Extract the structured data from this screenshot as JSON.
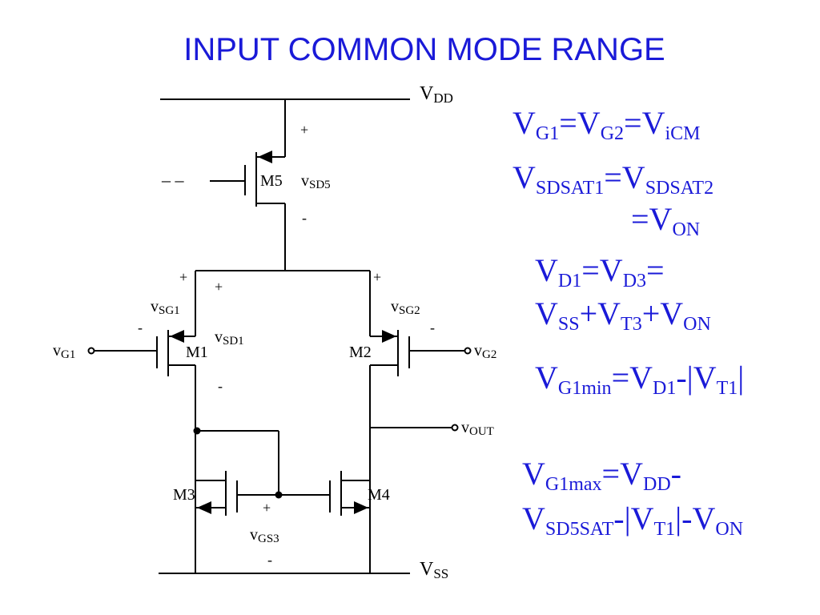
{
  "title": "INPUT COMMON MODE RANGE",
  "colors": {
    "title": "#1a1ad8",
    "equations": "#1a1ad8",
    "schematic": "#000000"
  },
  "circuit": {
    "vdd": {
      "main": "V",
      "sub": "DD"
    },
    "vss": {
      "main": "V",
      "sub": "SS"
    },
    "m1": "M1",
    "m2": "M2",
    "m3": "M3",
    "m4": "M4",
    "m5": "M5",
    "vsd5": {
      "main": "v",
      "sub": "SD5"
    },
    "vsd1": {
      "main": "v",
      "sub": "SD1"
    },
    "vsg1": {
      "main": "v",
      "sub": "SG1"
    },
    "vsg2": {
      "main": "v",
      "sub": "SG2"
    },
    "vgs3": {
      "main": "v",
      "sub": "GS3"
    },
    "vg1": {
      "main": "v",
      "sub": "G1"
    },
    "vg2": {
      "main": "v",
      "sub": "G2"
    },
    "vout": {
      "main": "v",
      "sub": "OUT"
    },
    "bias_dashes": "– –",
    "plus": "+",
    "minus": "-"
  },
  "equations": {
    "eq1": {
      "a": "V",
      "a_sub": "G1",
      "b": "=V",
      "b_sub": "G2",
      "c": "=V",
      "c_sub": "iCM"
    },
    "eq2": {
      "a": "V",
      "a_sub": "SDSAT1",
      "b": "=V",
      "b_sub": "SDSAT2"
    },
    "eq2b": {
      "a": "=V",
      "a_sub": "ON"
    },
    "eq3": {
      "a": "V",
      "a_sub": "D1",
      "b": "=V",
      "b_sub": "D3",
      "c": "="
    },
    "eq3b": {
      "a": "V",
      "a_sub": "SS",
      "b": "+V",
      "b_sub": "T3",
      "c": "+V",
      "c_sub": "ON"
    },
    "eq4": {
      "a": "V",
      "a_sub": "G1min",
      "b": "=V",
      "b_sub": "D1",
      "c": "-|V",
      "c_sub": "T1",
      "d": "|"
    },
    "eq5": {
      "a": "V",
      "a_sub": "G1max",
      "b": "=V",
      "b_sub": "DD",
      "c": "-"
    },
    "eq5b": {
      "a": "V",
      "a_sub": "SD5SAT",
      "b": "-|V",
      "b_sub": "T1",
      "c": "|-V",
      "c_sub": "ON"
    }
  }
}
